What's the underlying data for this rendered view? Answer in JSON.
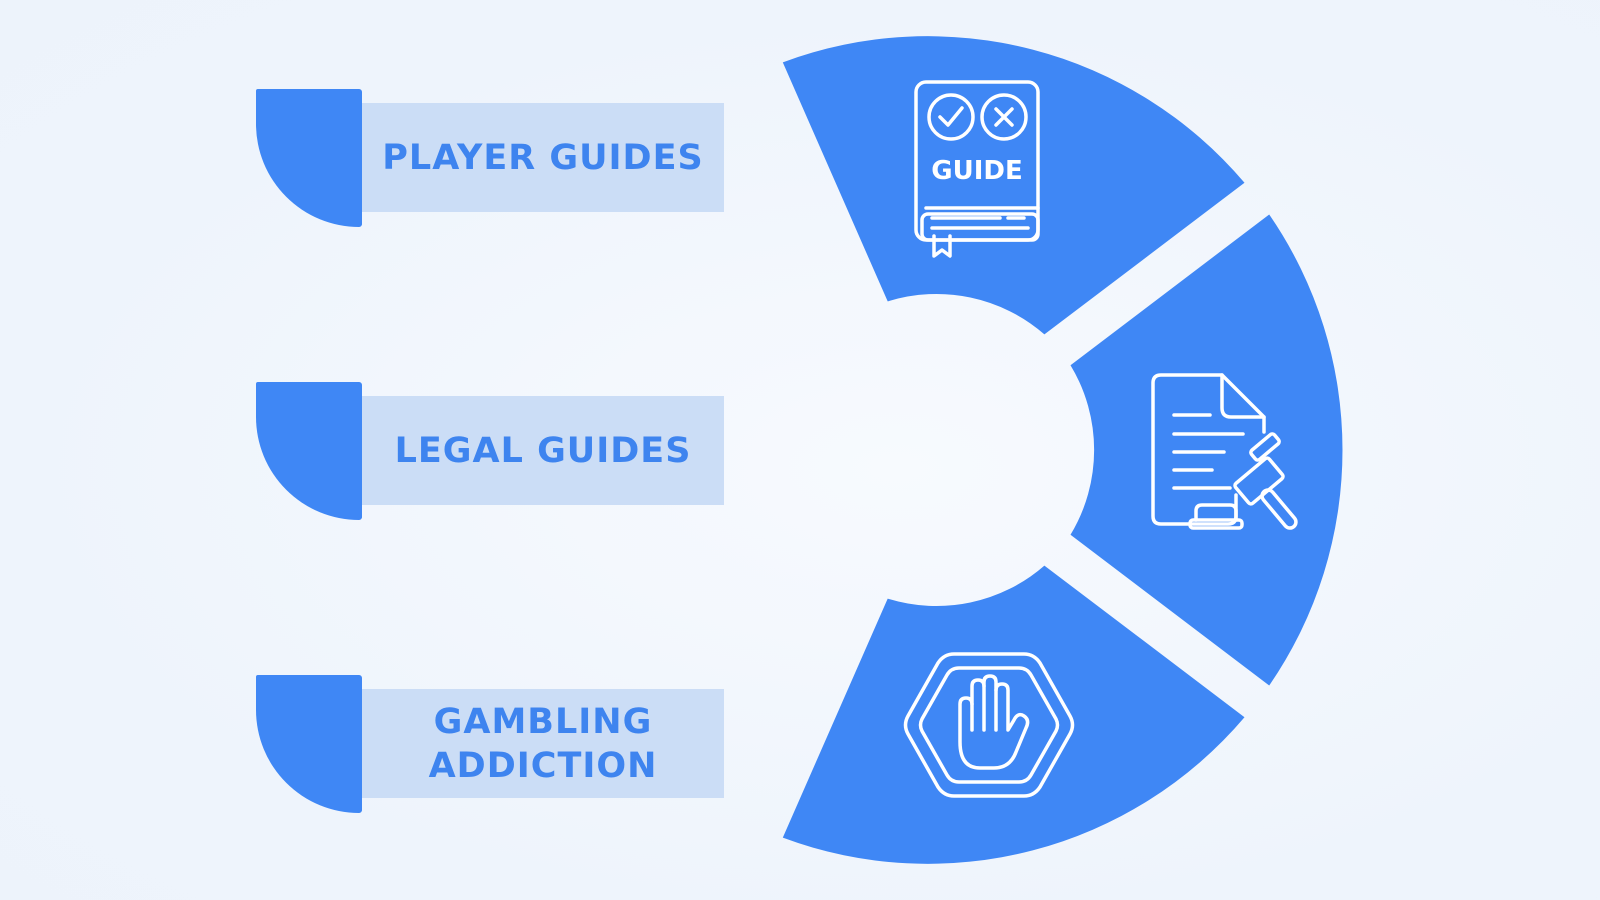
{
  "items": [
    {
      "label": "PLAYER GUIDES",
      "icon": "guide-book-icon"
    },
    {
      "label": "LEGAL GUIDES",
      "icon": "legal-document-gavel-icon"
    },
    {
      "label": "GAMBLING\nADDICTION",
      "icon": "stop-hand-icon"
    }
  ],
  "icons": {
    "guide_text": "GUIDE"
  },
  "colors": {
    "segment": "#3f87f5",
    "label_box": "#cbddf6",
    "label_text": "#3e84ef",
    "icon_stroke": "#ffffff",
    "background": "#eef4fc"
  }
}
